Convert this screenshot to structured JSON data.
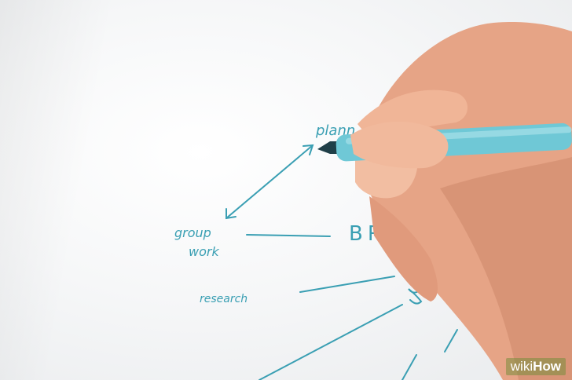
{
  "mindmap": {
    "center_word": "BRA",
    "nodes": [
      {
        "id": "planning",
        "text": "plann"
      },
      {
        "id": "group-work",
        "text_line1": "group",
        "text_line2": "work"
      },
      {
        "id": "research",
        "text": "research"
      }
    ]
  },
  "watermark": {
    "wiki": "wiki",
    "how": "How"
  },
  "colors": {
    "ink": "#3a9fb3",
    "marker_body": "#6fc8d6",
    "skin": "#e8a98a"
  }
}
